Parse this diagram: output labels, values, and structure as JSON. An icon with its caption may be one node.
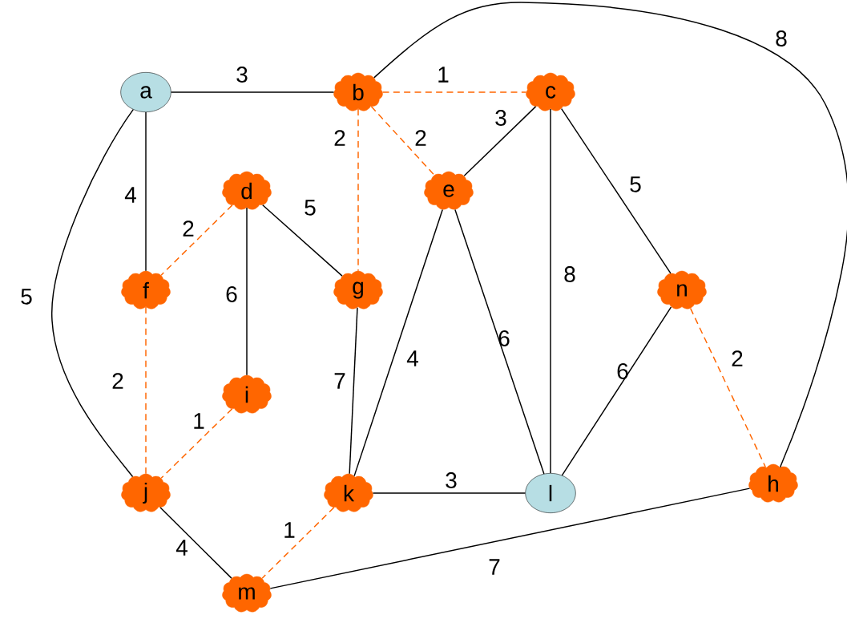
{
  "diagram": {
    "nodes": [
      {
        "text": [
          "a"
        ]
      },
      {
        "text": [
          "b"
        ]
      },
      {
        "text": [
          "c"
        ]
      },
      {
        "text": [
          "d"
        ]
      },
      {
        "text": [
          "e"
        ]
      },
      {
        "text": [
          "f"
        ]
      },
      {
        "text": [
          "g"
        ]
      },
      {
        "text": [
          "n"
        ]
      },
      {
        "text": [
          "i"
        ]
      },
      {
        "text": [
          "j"
        ]
      },
      {
        "text": [
          "k"
        ]
      },
      {
        "text": [
          "l"
        ]
      },
      {
        "text": [
          "h"
        ]
      },
      {
        "text": [
          "m"
        ]
      }
    ],
    "edges": [
      {
        "from": 0,
        "to": 1,
        "arrow": "none",
        "label": "3"
      },
      {
        "from": 1,
        "to": 2,
        "arrow": "none",
        "label": "1",
        "style": "dashed",
        "color": "#ff6600"
      },
      {
        "from": 1,
        "to": 4,
        "arrow": "none",
        "label": "2",
        "style": "dashed",
        "color": "#ff6600"
      },
      {
        "from": 1,
        "to": 6,
        "arrow": "none",
        "label": "2",
        "style": "dashed",
        "color": "#ff6600"
      },
      {
        "from": 1,
        "to": 12,
        "arrow": "none",
        "label": "8"
      },
      {
        "from": 0,
        "to": 5,
        "arrow": "none",
        "label": "4"
      },
      {
        "from": 0,
        "to": 9,
        "arrow": "none",
        "label": "5"
      },
      {
        "from": 3,
        "to": 5,
        "arrow": "none",
        "label": "2",
        "style": "dashed",
        "color": "#ff6600"
      },
      {
        "from": 3,
        "to": 6,
        "arrow": "none",
        "label": "5"
      },
      {
        "from": 3,
        "to": 8,
        "arrow": "none",
        "label": "6"
      },
      {
        "from": 2,
        "to": 4,
        "arrow": "none",
        "label": "3"
      },
      {
        "from": 2,
        "to": 11,
        "arrow": "none",
        "label": "8"
      },
      {
        "from": 2,
        "to": 7,
        "arrow": "none",
        "label": "5"
      },
      {
        "from": 4,
        "to": 10,
        "arrow": "none",
        "label": "4"
      },
      {
        "from": 4,
        "to": 11,
        "arrow": "none",
        "label": "6"
      },
      {
        "from": 6,
        "to": 10,
        "arrow": "none",
        "label": "7"
      },
      {
        "from": 5,
        "to": 9,
        "arrow": "none",
        "label": "2",
        "style": "dashed",
        "color": "#ff6600"
      },
      {
        "from": 8,
        "to": 9,
        "arrow": "none",
        "label": "1",
        "style": "dashed",
        "color": "#ff6600"
      },
      {
        "from": 9,
        "to": 13,
        "arrow": "none",
        "label": "4"
      },
      {
        "from": 10,
        "to": 13,
        "arrow": "none",
        "label": "1",
        "style": "dashed",
        "color": "#ff6600"
      },
      {
        "from": 10,
        "to": 11,
        "arrow": "none",
        "label": "3"
      },
      {
        "from": 7,
        "to": 11,
        "arrow": "none",
        "label": "6"
      },
      {
        "from": 7,
        "to": 12,
        "arrow": "none",
        "label": "2",
        "style": "dashed",
        "color": "#ff6600"
      },
      {
        "from": 13,
        "to": 12,
        "arrow": "none",
        "label": "7"
      }
    ]
  }
}
